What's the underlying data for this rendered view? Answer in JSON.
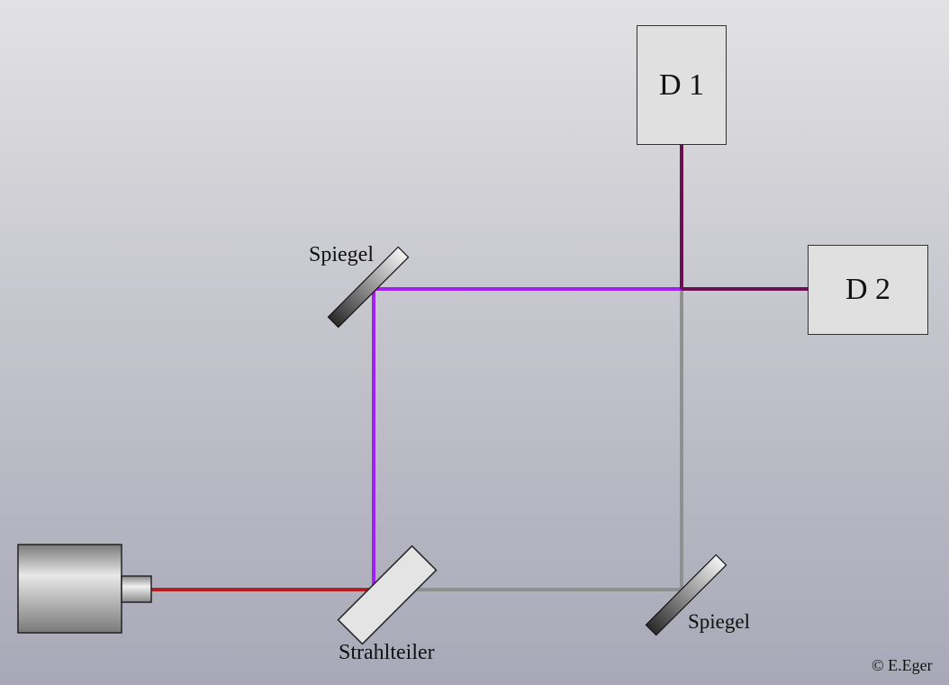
{
  "detectors": {
    "d1": "D 1",
    "d2": "D 2"
  },
  "labels": {
    "mirror_top": "Spiegel",
    "mirror_bottom": "Spiegel",
    "beam_splitter": "Strahlteiler",
    "copyright": "© E.Eger"
  },
  "colors": {
    "laser_beam": "#b02020",
    "arm_beam": "#a020f0",
    "reference_beam": "#909090",
    "output_beam": "#6a1050"
  }
}
